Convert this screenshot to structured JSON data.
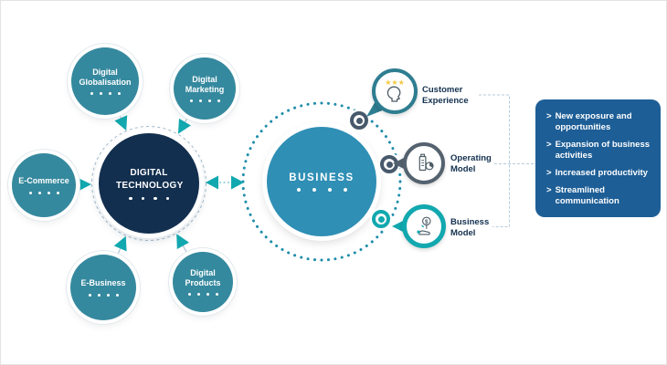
{
  "diagram": {
    "hub": {
      "label": "DIGITAL TECHNOLOGY"
    },
    "business": {
      "label": "BUSINESS"
    },
    "satellites": [
      {
        "label": "Digital Globalisation"
      },
      {
        "label": "Digital Marketing"
      },
      {
        "label": "E-Commerce"
      },
      {
        "label": "E-Business"
      },
      {
        "label": "Digital Products"
      }
    ],
    "outcomes": [
      {
        "label": "Customer Experience",
        "icon": "head-with-stars-icon",
        "accent": "#2e7d91"
      },
      {
        "label": "Operating Model",
        "icon": "factory-chart-icon",
        "accent": "#54626f"
      },
      {
        "label": "Business Model",
        "icon": "hand-money-plant-icon",
        "accent": "#12a8af"
      }
    ],
    "benefit_prefix": ">",
    "benefits": [
      "New exposure and opportunities",
      "Expansion of business activities",
      "Increased productivity",
      "Streamlined communication"
    ],
    "colors": {
      "satellite_teal": "#35899e",
      "hub_navy": "#132f4f",
      "business_blue": "#2f8fb5",
      "arrow_teal": "#12a8af",
      "slate": "#47596b",
      "panel_blue": "#1d5e96",
      "label_navy": "#13304f",
      "star_yellow": "#f3c73c"
    }
  }
}
